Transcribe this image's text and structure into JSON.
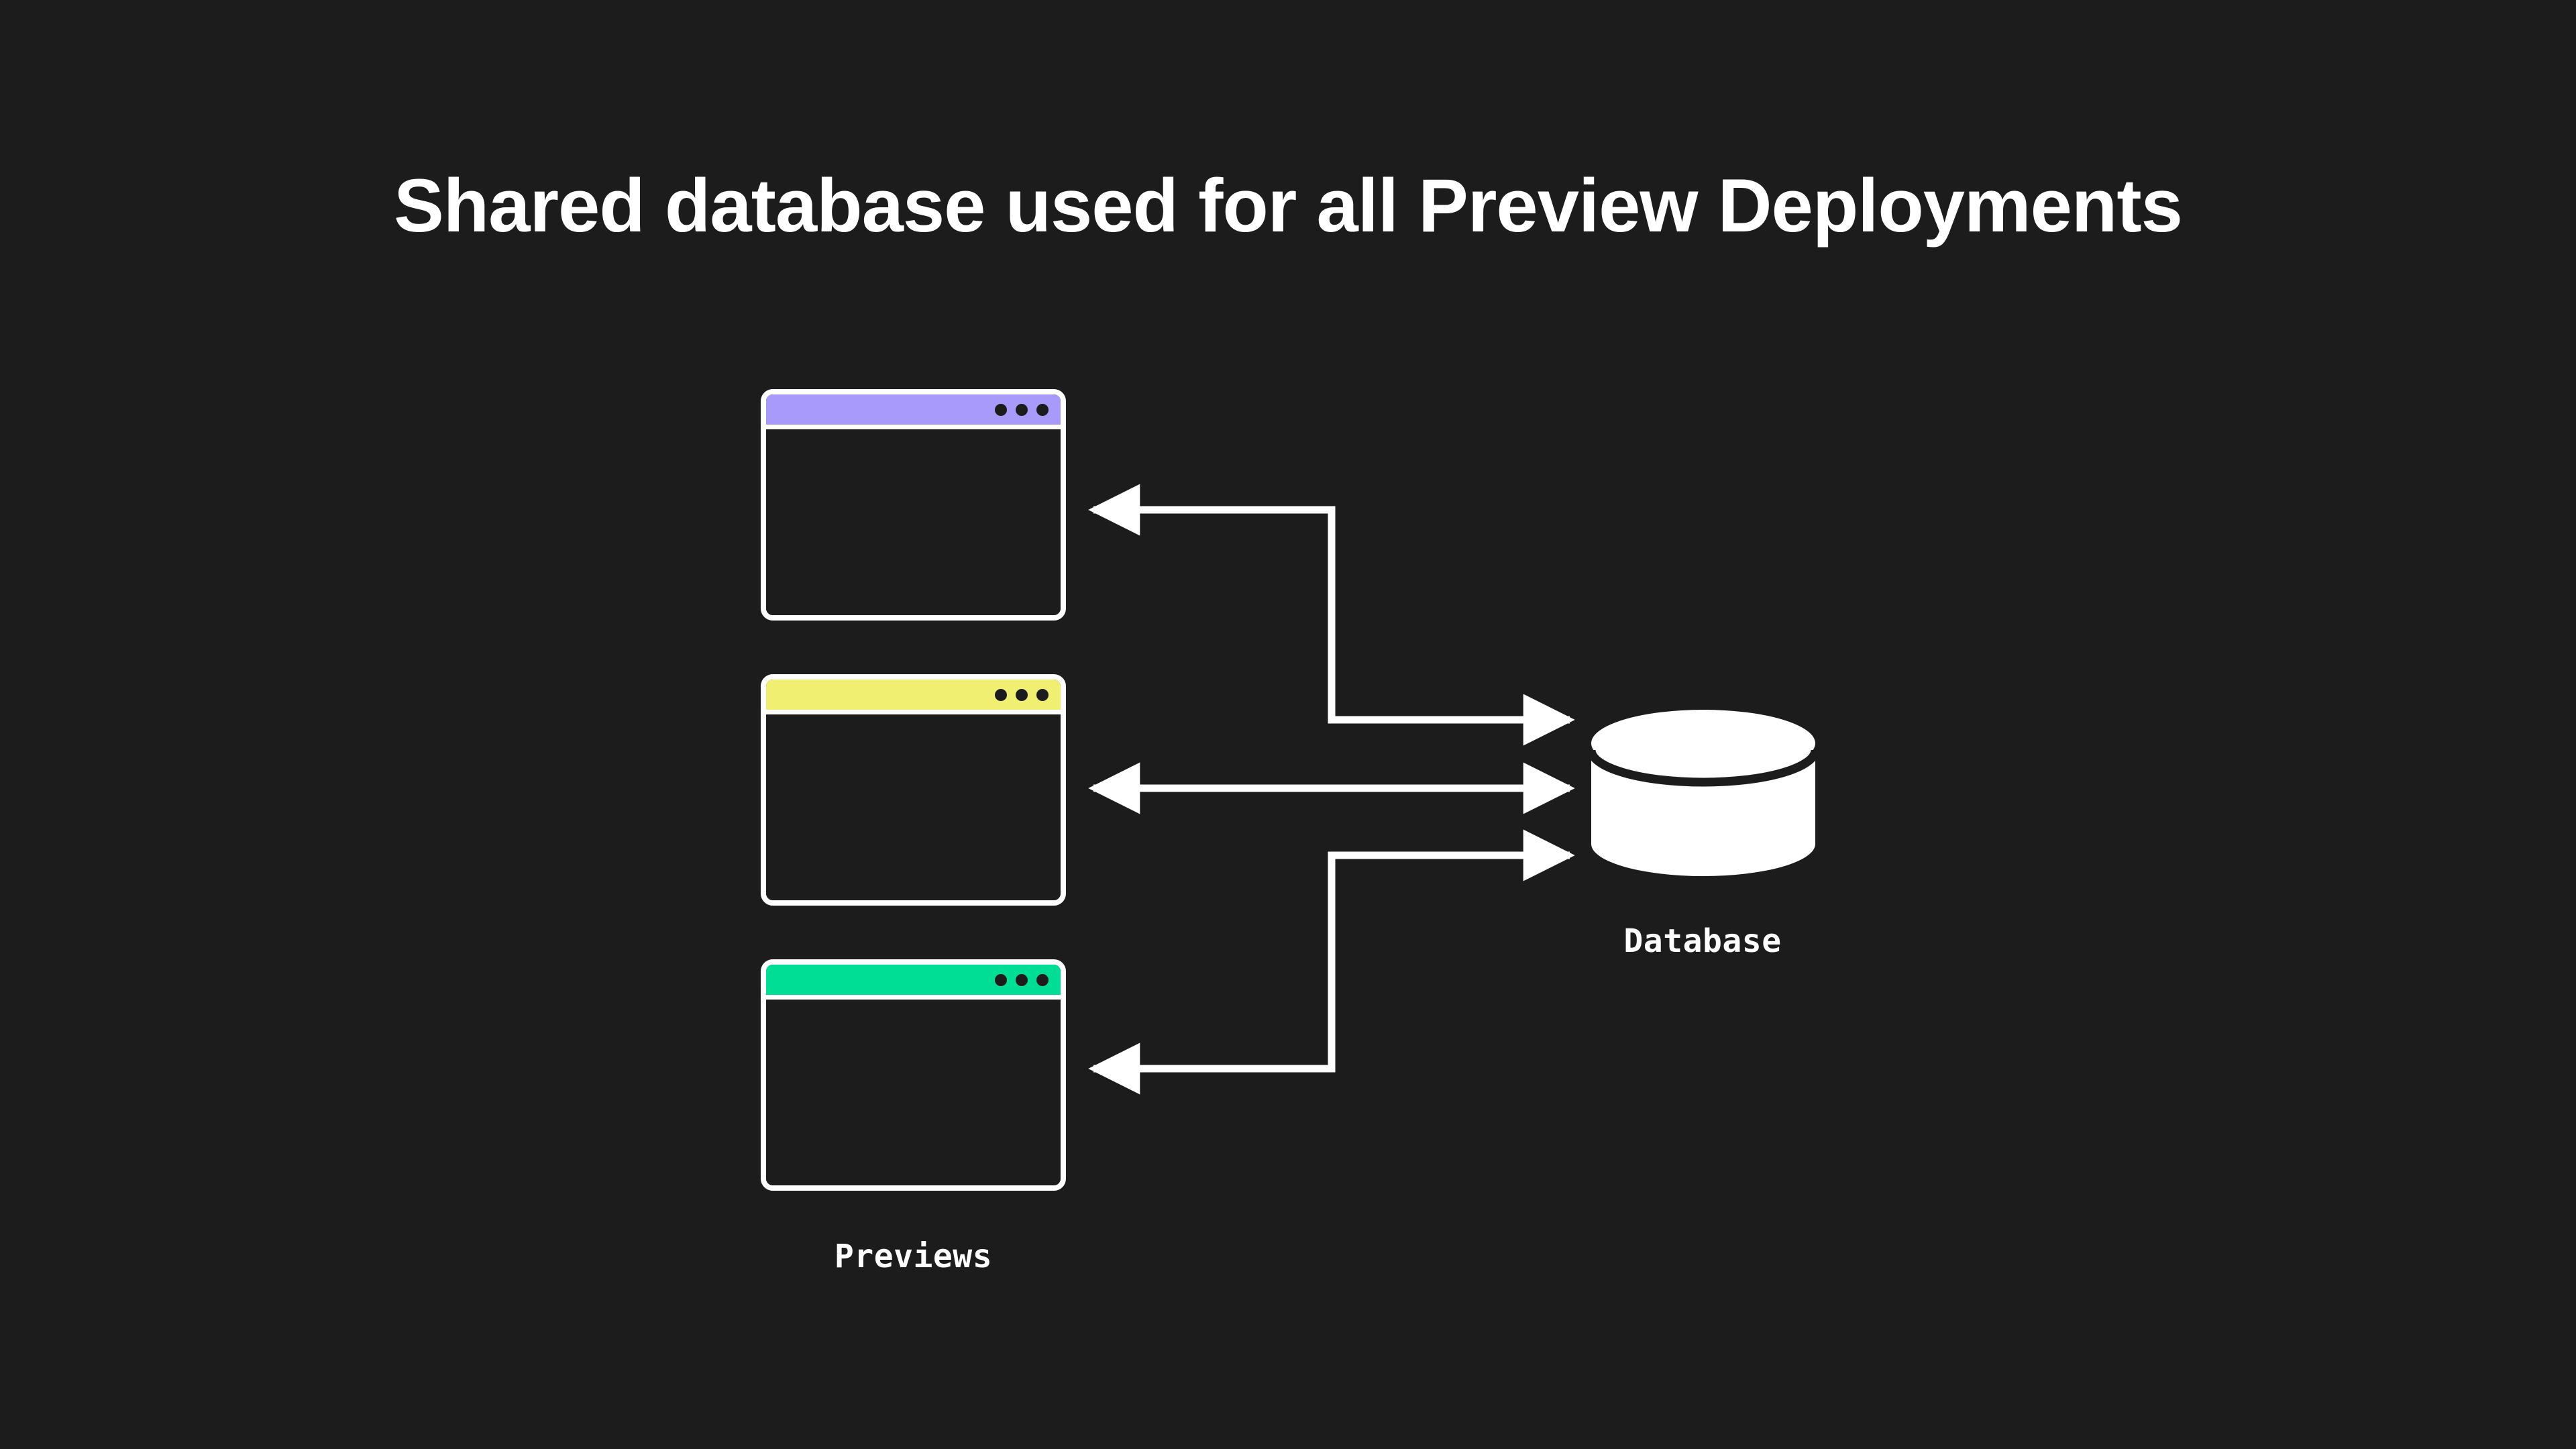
{
  "page": {
    "title": "Shared database used for all Preview Deployments",
    "background_color": "#1c1c1c",
    "foreground_color": "#ffffff"
  },
  "diagram": {
    "type": "architecture-flow",
    "previews": {
      "label": "Previews",
      "windows": [
        {
          "name": "preview-window-purple",
          "titlebar_color": "#a79afb",
          "dots": 3
        },
        {
          "name": "preview-window-yellow",
          "titlebar_color": "#f0ef72",
          "dots": 3
        },
        {
          "name": "preview-window-green",
          "titlebar_color": "#00de95",
          "dots": 3
        }
      ]
    },
    "database": {
      "label": "Database",
      "shape": "cylinder",
      "fill_color": "#ffffff"
    },
    "connections": [
      {
        "name": "purple-window-to-database",
        "direction": "bidirectional-routed",
        "style": "orthogonal"
      },
      {
        "name": "yellow-window-to-database",
        "direction": "bidirectional",
        "style": "straight"
      },
      {
        "name": "green-window-to-database",
        "direction": "bidirectional-routed",
        "style": "orthogonal"
      }
    ]
  }
}
